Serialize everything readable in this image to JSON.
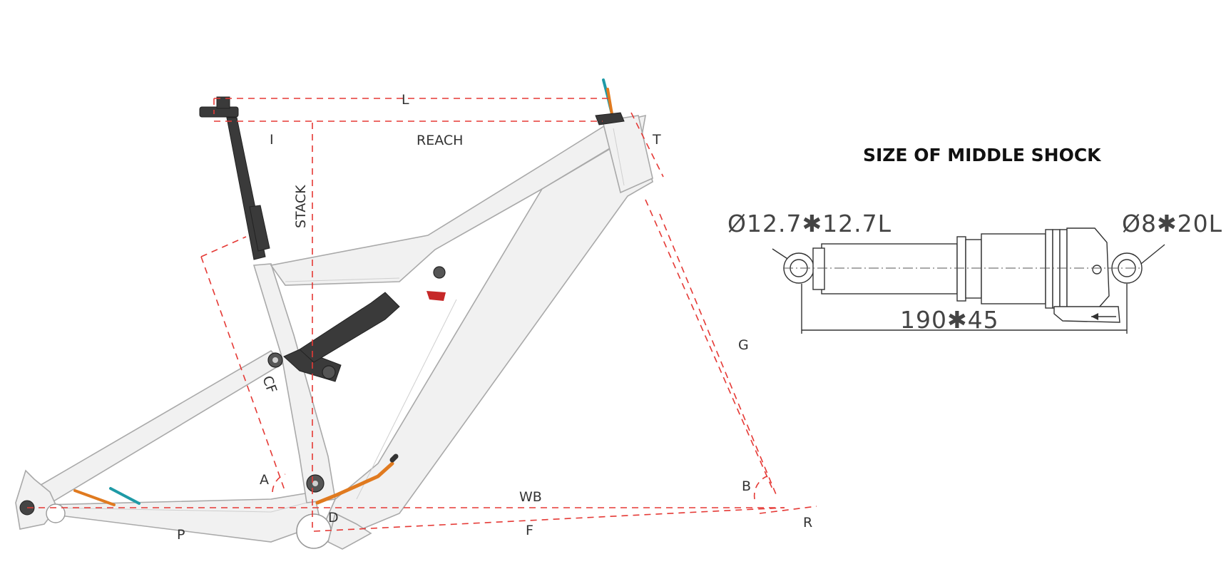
{
  "colors": {
    "dimension_line": "#e53935",
    "frame": "#f1f1f1",
    "frame_outline": "#a9a9a9",
    "component_dark": "#3a3a3a",
    "cable_orange": "#e07a1f",
    "cable_teal": "#1e9aa6",
    "text": "#333333"
  },
  "geometry_labels": {
    "L": "L",
    "I": "I",
    "REACH": "REACH",
    "STACK": "STACK",
    "T": "T",
    "G": "G",
    "CF": "CF",
    "A": "A",
    "B": "B",
    "WB": "WB",
    "D": "D",
    "R": "R",
    "P": "P",
    "F": "F"
  },
  "shock": {
    "title": "SIZE OF MIDDLE SHOCK",
    "eye_left": "Ø12.7✱12.7L",
    "eye_right": "Ø8✱20L",
    "length": "190✱45"
  },
  "icons": {
    "frame": "bicycle-frame-icon",
    "shock": "rear-shock-icon"
  }
}
